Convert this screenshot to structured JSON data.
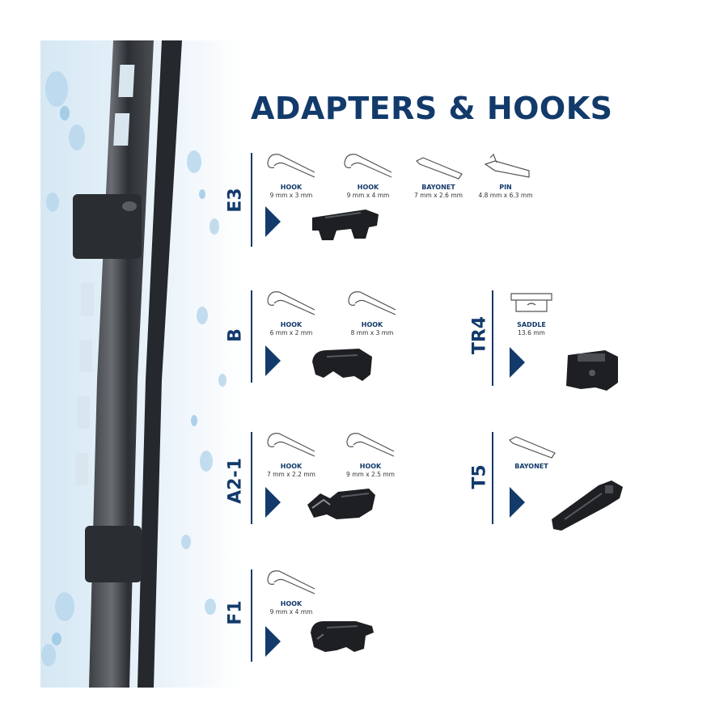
{
  "title": "ADAPTERS & HOOKS",
  "colors": {
    "brand": "#123a6b",
    "part": "#1d1f22"
  },
  "adapters": [
    {
      "code": "E3",
      "fittings": [
        {
          "type": "HOOK",
          "size": "9 mm x 3 mm",
          "icon": "hook-icon"
        },
        {
          "type": "HOOK",
          "size": "9 mm x 4 mm",
          "icon": "hook-icon"
        },
        {
          "type": "BAYONET",
          "size": "7 mm x 2.6 mm",
          "icon": "bayonet-icon"
        },
        {
          "type": "PIN",
          "size": "4.8 mm x 6.3 mm",
          "icon": "pin-icon"
        }
      ]
    },
    {
      "code": "B",
      "fittings": [
        {
          "type": "HOOK",
          "size": "6 mm x 2 mm",
          "icon": "hook-icon"
        },
        {
          "type": "HOOK",
          "size": "8 mm x 3 mm",
          "icon": "hook-icon"
        }
      ]
    },
    {
      "code": "TR4",
      "fittings": [
        {
          "type": "SADDLE",
          "size": "13.6 mm",
          "icon": "saddle-icon"
        }
      ]
    },
    {
      "code": "A2-1",
      "fittings": [
        {
          "type": "HOOK",
          "size": "7 mm x 2.2 mm",
          "icon": "hook-icon"
        },
        {
          "type": "HOOK",
          "size": "9 mm x 2.5 mm",
          "icon": "hook-icon"
        }
      ]
    },
    {
      "code": "T5",
      "fittings": [
        {
          "type": "BAYONET",
          "size": "",
          "icon": "bayonet-icon"
        }
      ]
    },
    {
      "code": "F1",
      "fittings": [
        {
          "type": "HOOK",
          "size": "9 mm x 4 mm",
          "icon": "hook-icon"
        }
      ]
    }
  ]
}
